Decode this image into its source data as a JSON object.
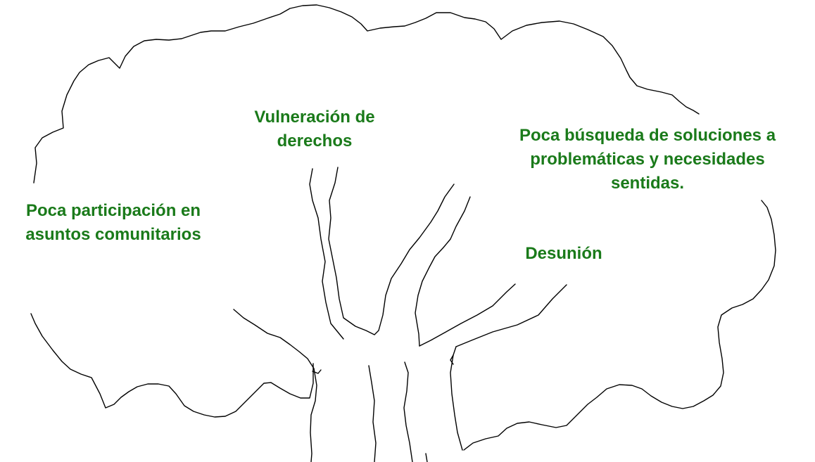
{
  "colors": {
    "label_text": "#1a7a1a",
    "line": "#000000",
    "background": "#ffffff"
  },
  "labels": {
    "vulneracion": [
      "Vulneración de",
      "derechos"
    ],
    "participacion": [
      "Poca participación en",
      "asuntos comunitarios"
    ],
    "busqueda": [
      "Poca búsqueda de soluciones a",
      "problemáticas y necesidades",
      "sentidas."
    ],
    "desunion": [
      "Desunión"
    ]
  }
}
